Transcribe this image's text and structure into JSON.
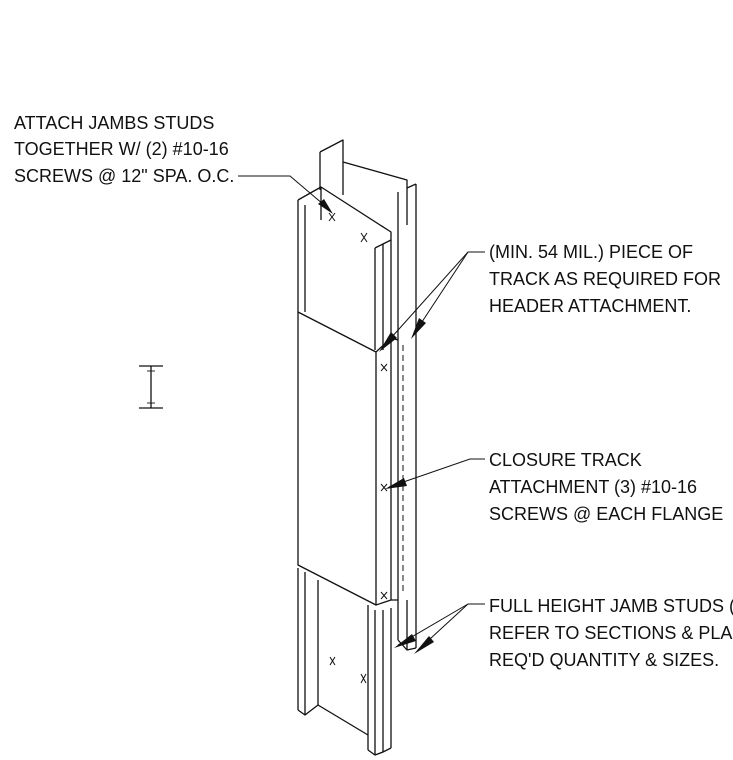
{
  "callouts": {
    "attach_jambs": [
      "ATTACH JAMBS STUDS",
      "TOGETHER W/ (2) #10-16",
      "SCREWS @ 12\" SPA. O.C."
    ],
    "header_track": [
      "(MIN. 54 MIL.) PIECE OF",
      "TRACK AS REQUIRED FOR",
      "HEADER ATTACHMENT."
    ],
    "closure_track": [
      "CLOSURE TRACK",
      "ATTACHMENT (3) #10-16",
      "SCREWS @ EACH FLANGE"
    ],
    "jamb_studs": [
      "FULL HEIGHT JAMB STUDS (",
      "REFER TO SECTIONS & PLAN",
      "REQ'D QUANTITY & SIZES."
    ]
  },
  "symbol": {
    "icon": "i-beam-section-icon"
  },
  "colors": {
    "line": "#111111",
    "background": "#ffffff"
  }
}
